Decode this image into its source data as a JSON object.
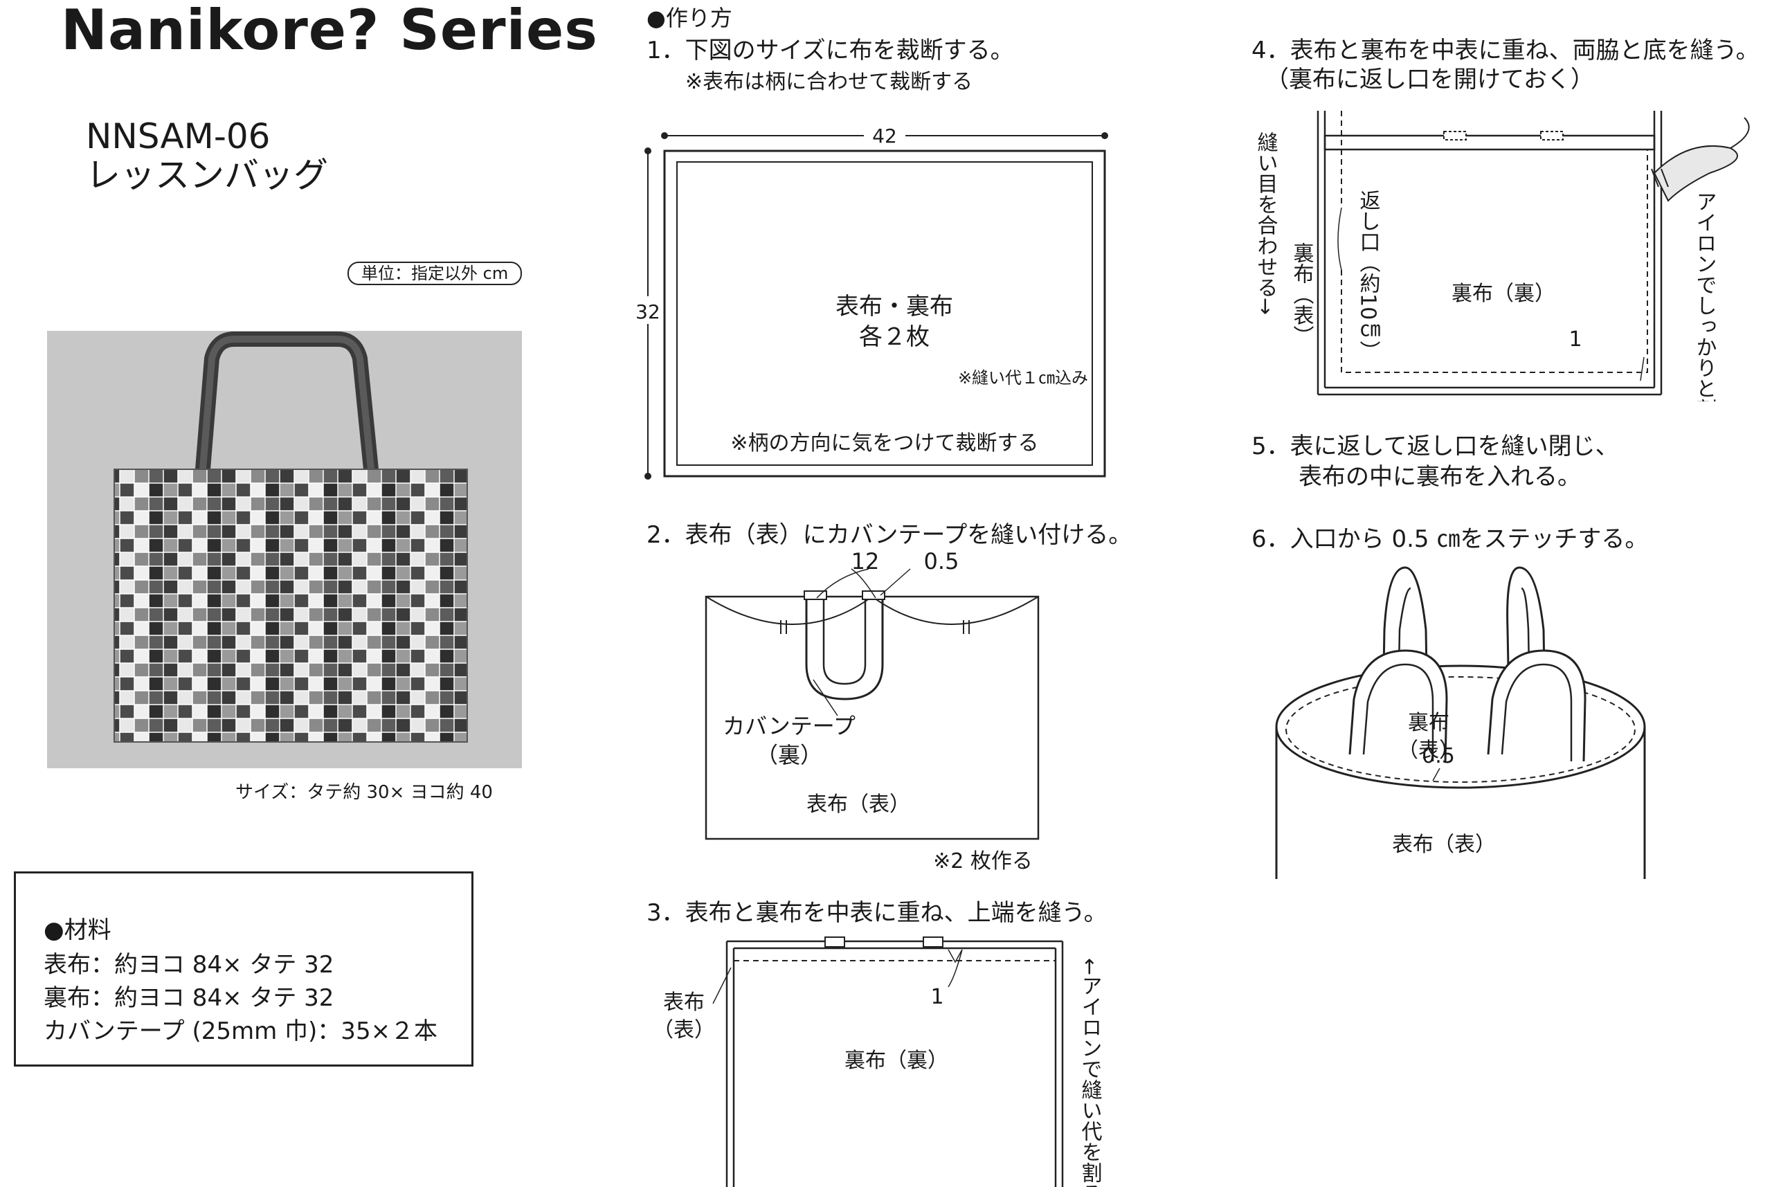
{
  "header": {
    "series": "Nanikore? Series",
    "code": "NNSAM-06",
    "name": "レッスンバッグ",
    "unit_note": "単位：指定以外 cm"
  },
  "photo": {
    "size_caption": "サイズ：タテ約 30× ヨコ約 40"
  },
  "materials": {
    "heading": "●材料",
    "items": [
      "表布：約ヨコ 84× タテ 32",
      "裏布：約ヨコ 84× タテ 32",
      "カバンテープ (25mm 巾)：35×２本"
    ]
  },
  "instructions": {
    "heading": "●作り方",
    "step1": {
      "text": "1．下図のサイズに布を裁断する。",
      "sub": "※表布は柄に合わせて裁断する",
      "dim_width": "42",
      "dim_height": "32",
      "panel_label_1": "表布・裏布",
      "panel_label_2": "各２枚",
      "seam_note": "※縫い代１㎝込み",
      "direction_note": "※柄の方向に気をつけて裁断する"
    },
    "step2": {
      "text": "2．表布（表）にカバンテープを縫い付ける。",
      "dim_12": "12",
      "dim_05": "0.5",
      "tape_label_1": "カバンテープ",
      "tape_label_2": "（裏）",
      "fabric_label": "表布（表）",
      "note": "※2 枚作る"
    },
    "step3": {
      "text": "3．表布と裏布を中表に重ね、上端を縫う。",
      "outer_label_1": "表布",
      "outer_label_2": "（表）",
      "dim_1": "1",
      "lining_label": "裏布（裏）",
      "iron_note": "←アイロンで縫い代を割る"
    },
    "step4": {
      "text": "4．表布と裏布を中表に重ね、両脇と底を縫う。",
      "sub": "（裏布に返し口を開けておく）",
      "seam_match": "縫い目を合わせる→",
      "outer_label": "裏布（表）",
      "opening_label": "返し口（約10㎝）",
      "lining_label": "裏布（裏）",
      "dim_1": "1",
      "iron_note": "アイロンでしっかりと割る"
    },
    "step5": {
      "text_1": "5．表に返して返し口を縫い閉じ、",
      "text_2": "表布の中に裏布を入れる。"
    },
    "step6": {
      "text": "6．入口から 0.5 ㎝をステッチする。",
      "lining_label_1": "裏布",
      "lining_label_2": "（表）",
      "dim_05": "0.5",
      "outer_label": "表布（表）"
    }
  }
}
